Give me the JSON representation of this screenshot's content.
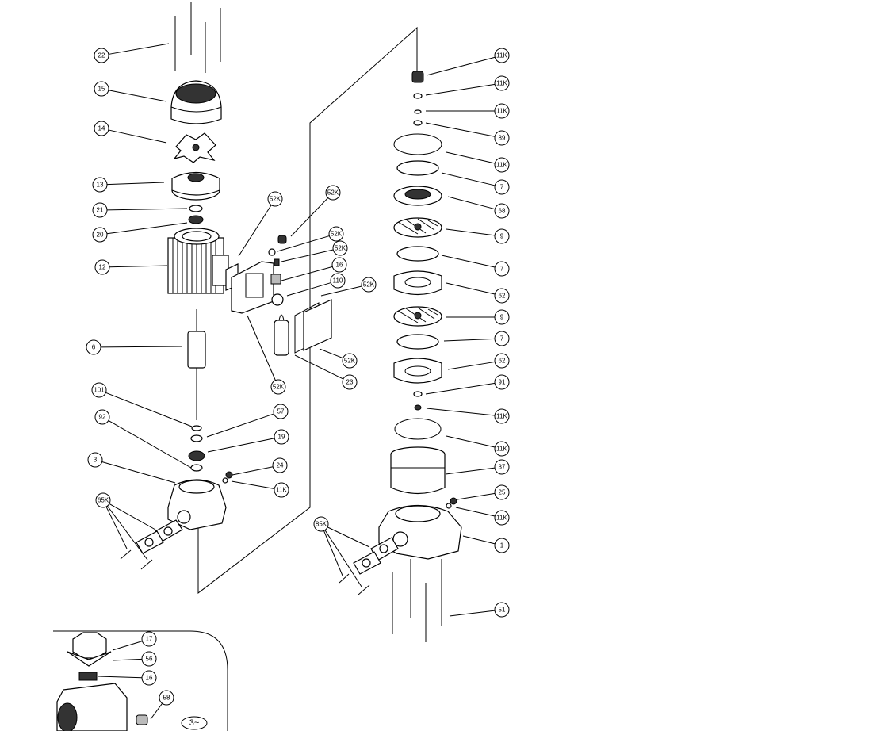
{
  "diagram": {
    "title": "Exploded view of pump and motor assembly",
    "callouts_left": [
      "22",
      "15",
      "14",
      "13",
      "21",
      "20",
      "12",
      "6",
      "101",
      "92",
      "3",
      "65K",
      "52K",
      "52K",
      "52K",
      "52K",
      "16",
      "110",
      "52K",
      "52K",
      "23",
      "52K",
      "57",
      "19",
      "24",
      "11K"
    ],
    "callouts_right": [
      "11K",
      "11K",
      "11K",
      "89",
      "11K",
      "7",
      "68",
      "9",
      "7",
      "62",
      "9",
      "7",
      "62",
      "91",
      "11K",
      "11K",
      "37",
      "25",
      "11K",
      "1",
      "85K",
      "51"
    ],
    "inset": {
      "callouts": [
        "17",
        "56",
        "16",
        "58"
      ],
      "phase_symbol": "3~"
    }
  }
}
